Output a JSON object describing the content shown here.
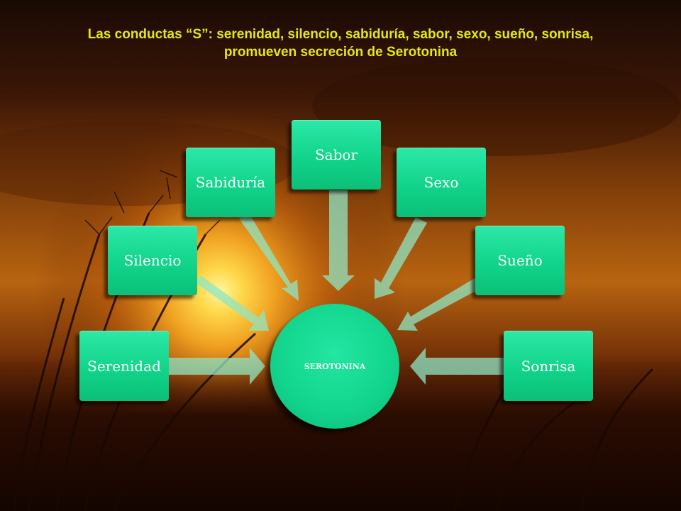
{
  "title": {
    "line1": "Las conductas “S”: serenidad, silencio, sabiduría, sabor, sexo, sueño, sonrisa,",
    "line2": "promueven secreción de Serotonina"
  },
  "diagram": {
    "center_label": "SEROTONINA",
    "nodes": [
      "Serenidad",
      "Silencio",
      "Sabiduría",
      "Sabor",
      "Sexo",
      "Sueño",
      "Sonrisa"
    ]
  },
  "colors": {
    "title": "#e6e61a",
    "node_fill": "#11d48a",
    "arrow_fill": "#8fe6c4",
    "text": "#ffffff"
  }
}
